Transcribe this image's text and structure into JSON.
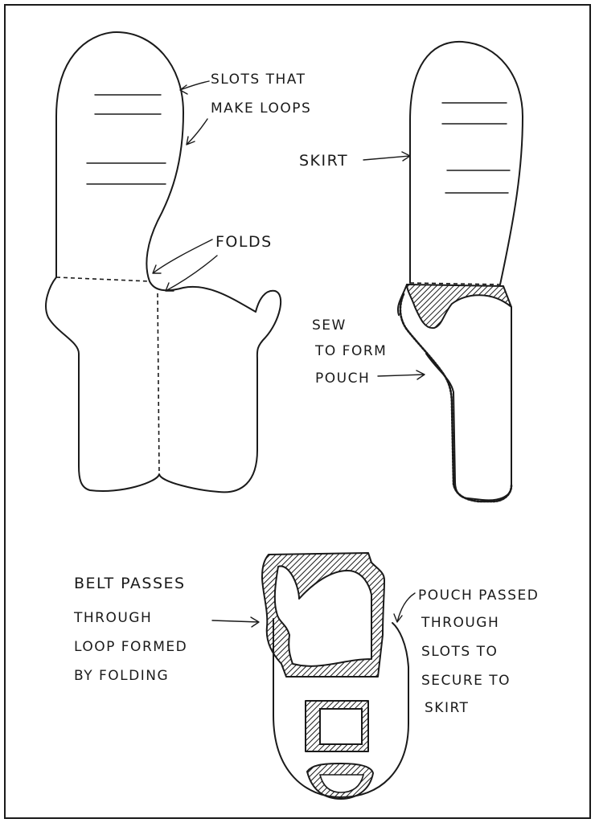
{
  "labels": {
    "slots": [
      "SLOTS THAT",
      "MAKE LOOPS"
    ],
    "folds": "FOLDS",
    "skirt": "SKIRT",
    "sew": [
      "SEW",
      "TO FORM",
      "POUCH"
    ],
    "belt": [
      "BELT PASSES",
      "THROUGH",
      "LOOP FORMED",
      "BY FOLDING"
    ],
    "pouch": [
      "POUCH PASSED",
      "THROUGH",
      "SLOTS TO",
      "SECURE TO",
      "SKIRT"
    ]
  },
  "colors": {
    "ink": "#1a1a1a",
    "paper": "#ffffff"
  }
}
